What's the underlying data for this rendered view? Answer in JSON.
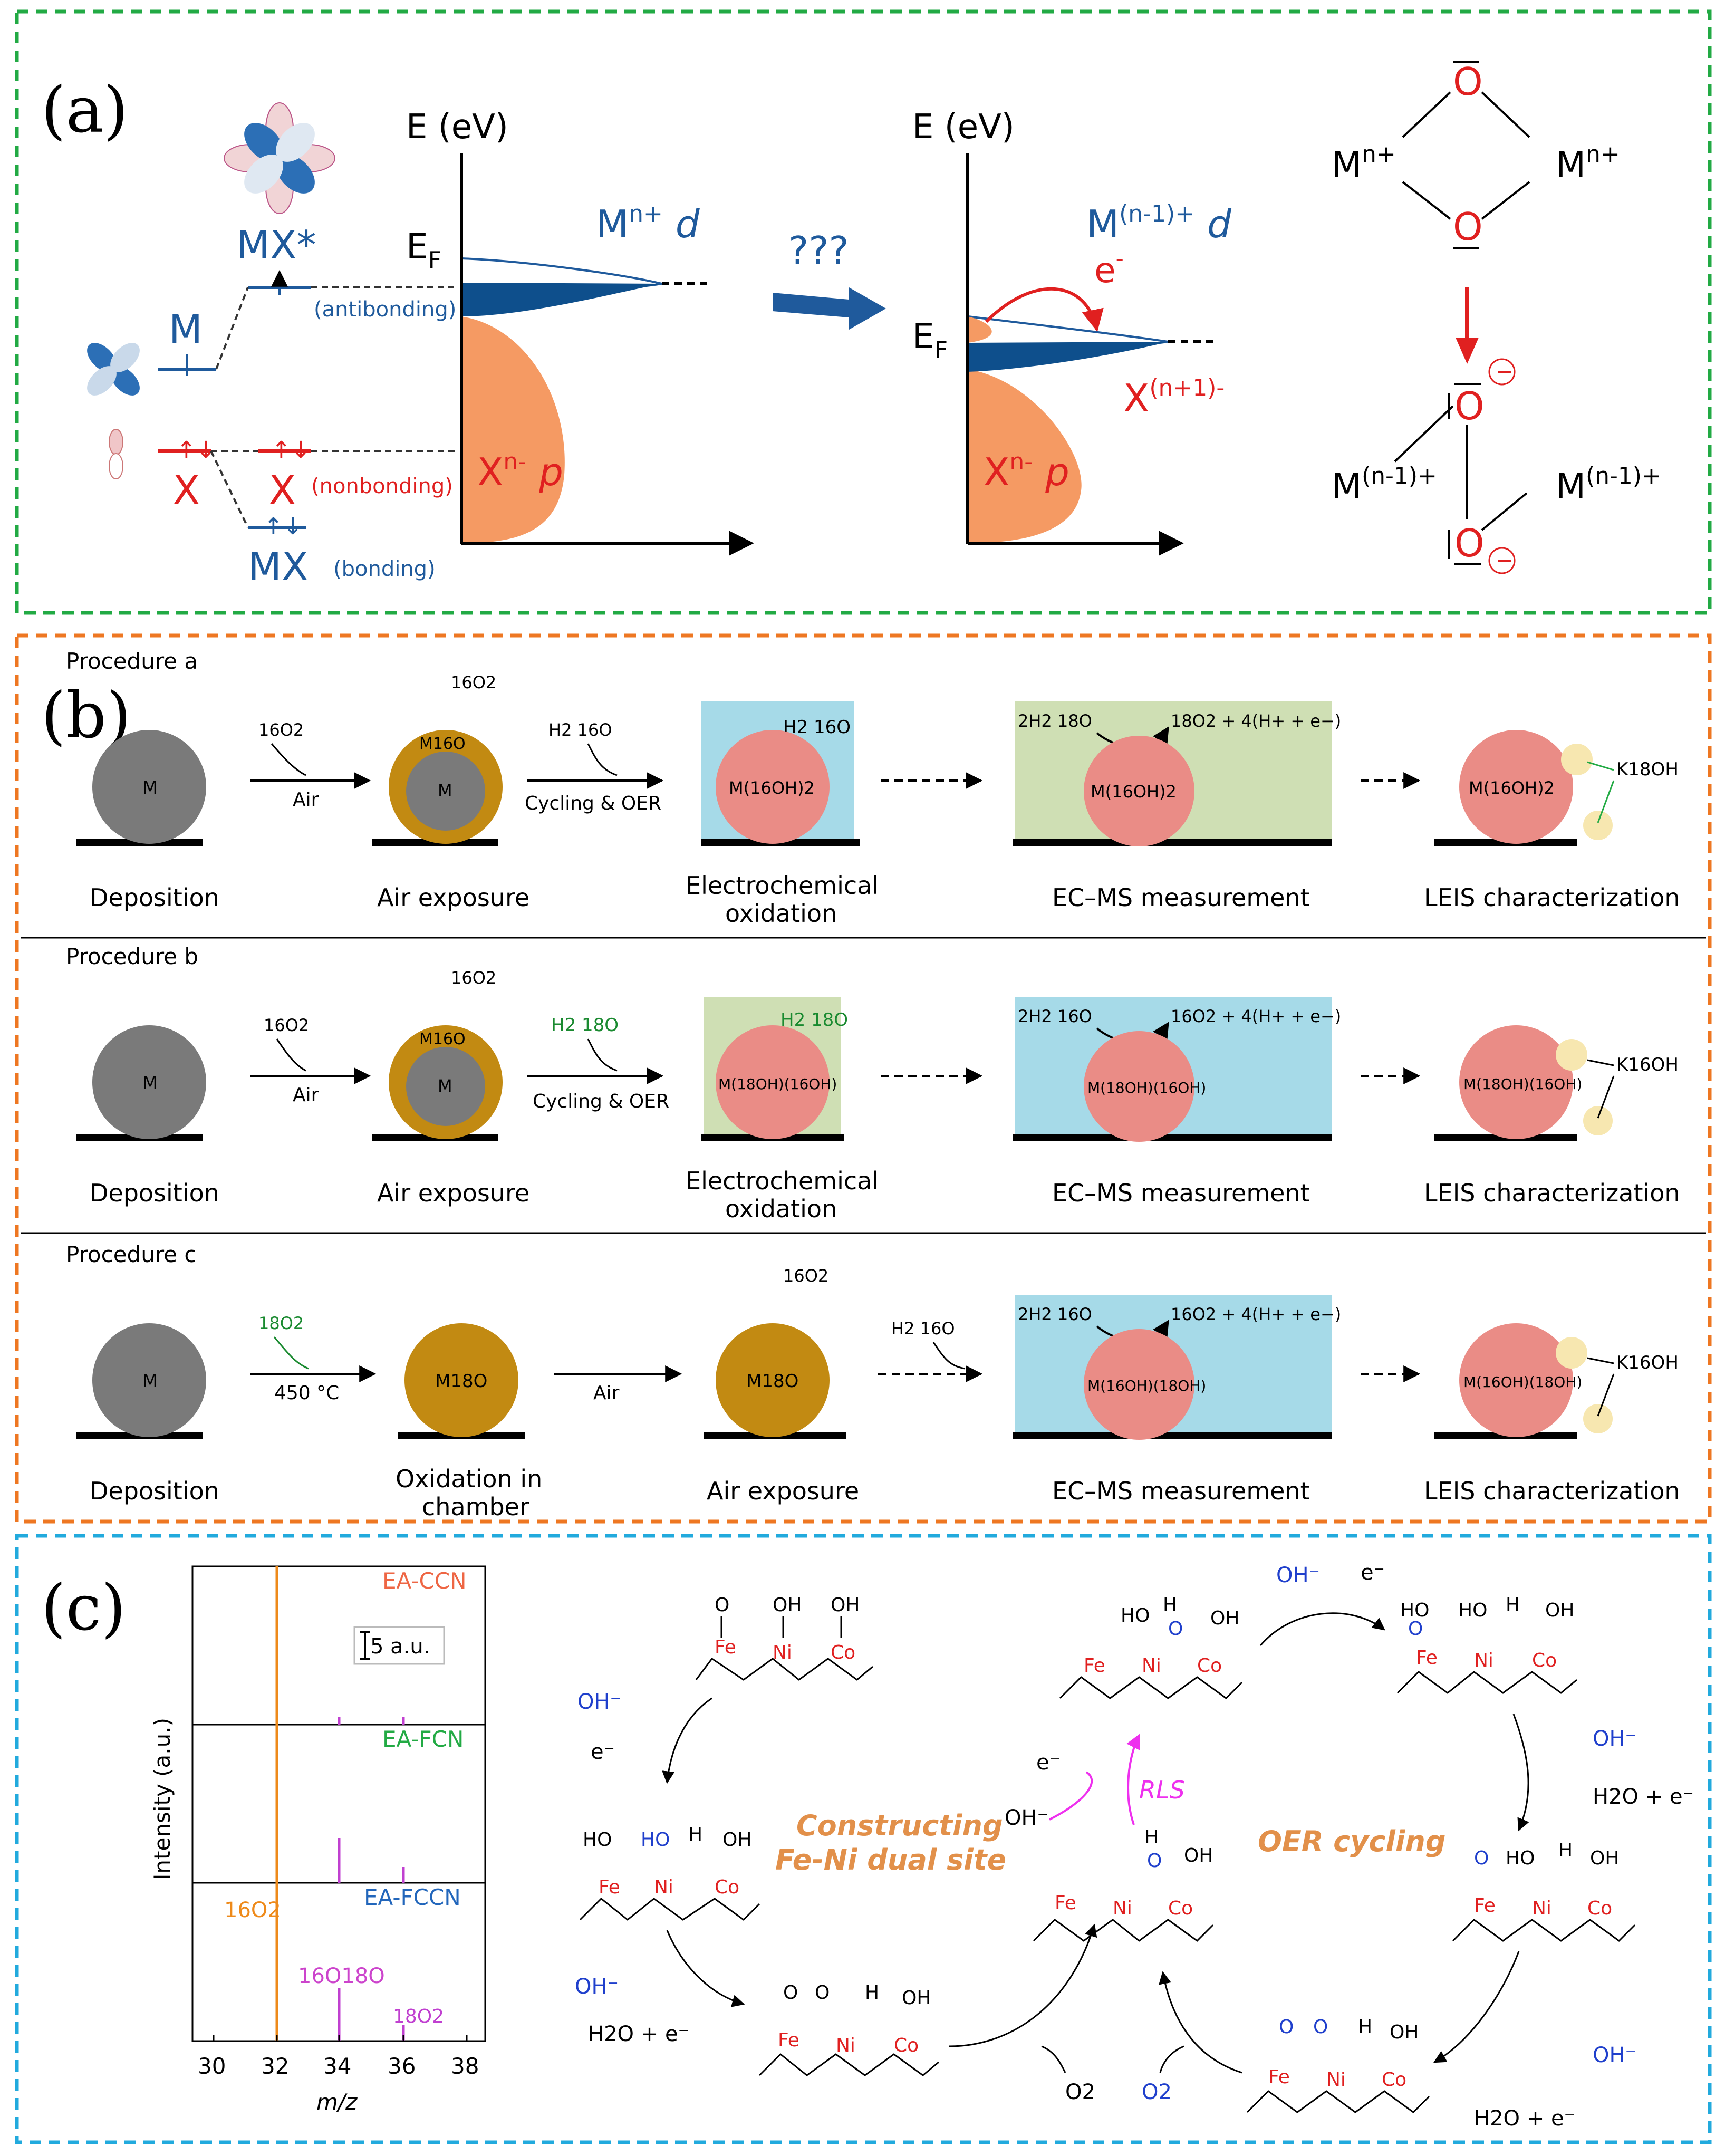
{
  "panel_a": {
    "label": "(a)",
    "e_axis": "E (eV)",
    "e_axis2": "E (eV)",
    "mx_star": "MX*",
    "m": "M",
    "x": "X",
    "x2": "X",
    "mx": "MX",
    "antibonding": "(antibonding)",
    "nonbonding": "(nonbonding)",
    "bonding": "(bonding)",
    "ef": "E",
    "ef_sub": "F",
    "ef2": "E",
    "ef2_sub": "F",
    "mn_d_base": "M",
    "mn_d_sup": "n+",
    "d_letter": "d",
    "xn_p_base": "X",
    "xn_p_sup": "n-",
    "p_letter": "p",
    "question": "???",
    "mn1_d_base": "M",
    "mn1_d_sup": "(n-1)+",
    "d_letter2": "d",
    "electron": "e",
    "electron_sup": "-",
    "xn1_base": "X",
    "xn1_sup": "(n+1)-",
    "xn_p2_base": "X",
    "xn_p2_sup": "n-",
    "p_letter2": "p",
    "m_top_left": "M",
    "m_top_left_sup": "n+",
    "m_top_right": "M",
    "m_top_right_sup": "n+",
    "o_letter": "O",
    "m_bot_left": "M",
    "m_bot_left_sup": "(n-1)+",
    "m_bot_right": "M",
    "m_bot_right_sup": "(n-1)+",
    "minus": "−"
  },
  "panel_b": {
    "label": "(b)",
    "procedures": [
      {
        "title": "Procedure a",
        "steps": [
          "Deposition",
          "Air exposure",
          "Electrochemical",
          "oxidation",
          "EC–MS measurement",
          "LEIS characterization"
        ],
        "gas_top": "16O2",
        "arrow1_top": "16O2",
        "arrow1_bottom": "Air",
        "arrow2_top": "H2 16O",
        "arrow2_bottom": "Cycling & OER",
        "solution": "H2 16O",
        "particle_oxide": "M16O",
        "particle_ec": "M(16OH)2",
        "ecms_eq_left": "2H2 18O",
        "ecms_eq_right": "18O2 + 4(H+ + e−)",
        "ecms_particle": "M(16OH)2",
        "leis_particle": "M(16OH)2",
        "leis_label": "K18OH"
      },
      {
        "title": "Procedure b",
        "steps": [
          "Deposition",
          "Air exposure",
          "Electrochemical",
          "oxidation",
          "EC–MS measurement",
          "LEIS characterization"
        ],
        "gas_top": "16O2",
        "arrow1_top": "16O2",
        "arrow1_bottom": "Air",
        "arrow2_top": "H2 18O",
        "arrow2_bottom": "Cycling & OER",
        "solution": "H2 18O",
        "particle_oxide": "M16O",
        "particle_ec": "M(18OH)(16OH)",
        "ecms_eq_left": "2H2 16O",
        "ecms_eq_right": "16O2 + 4(H+ + e−)",
        "ecms_particle": "M(18OH)(16OH)",
        "leis_particle": "M(18OH)(16OH)",
        "leis_label": "K16OH"
      },
      {
        "title": "Procedure c",
        "steps": [
          "Deposition",
          "Oxidation in",
          "chamber",
          "Air exposure",
          "EC–MS measurement",
          "LEIS characterization"
        ],
        "gas_top": "16O2",
        "arrow1_top": "18O2",
        "arrow1_bottom": "450 °C",
        "arrow2_bottom": "Air",
        "arrow3_top": "H2 16O",
        "particle_oxide": "M18O",
        "ecms_eq_left": "2H2 16O",
        "ecms_eq_right": "16O2 + 4(H+ + e−)",
        "ecms_particle": "M(16OH)(18OH)",
        "leis_particle": "M(16OH)(18OH)",
        "leis_label": "K16OH"
      }
    ]
  },
  "panel_c": {
    "label": "(c)",
    "chart": {
      "ylabel": "Intensity (a.u.)",
      "xlabel": "m/z",
      "scale_bar": "5 a.u.",
      "xticks": [
        "30",
        "32",
        "34",
        "36",
        "38"
      ],
      "subpanels": [
        "EA-CCN",
        "EA-FCN",
        "EA-FCCN"
      ],
      "annotations": {
        "o2_16": "16O2",
        "o16o18": "16O18O",
        "o2_18": "18O2"
      }
    },
    "mechanism": {
      "left_cycle_title_1": "Constructing",
      "left_cycle_title_2": "Fe-Ni dual site",
      "right_cycle_title": "OER cycling",
      "rls": "RLS",
      "oh_minus": "OH⁻",
      "e_minus": "e⁻",
      "h2o_e": "H2O + e⁻",
      "o2": "O2",
      "fe": "Fe",
      "ni": "Ni",
      "co": "Co",
      "o": "O",
      "oh": "OH",
      "ho": "HO",
      "h": "H"
    }
  },
  "colors": {
    "green_border": "#22aa44",
    "orange_border": "#ee7722",
    "blue_border": "#22aadd",
    "blue_text": "#1f5a9c",
    "red_text": "#e02020",
    "orange_band": "#f59a63",
    "navy_band": "#0e4f8c",
    "gray_particle": "#7a7a7a",
    "gold_shell": "#c28a12",
    "pink_particle": "#ea8c86",
    "light_blue_box": "#a6dae8",
    "light_green_box": "#cfdfb4",
    "magenta": "#ee30ee",
    "orange_line": "#ee8a1a",
    "purple_line": "#c040d0"
  }
}
